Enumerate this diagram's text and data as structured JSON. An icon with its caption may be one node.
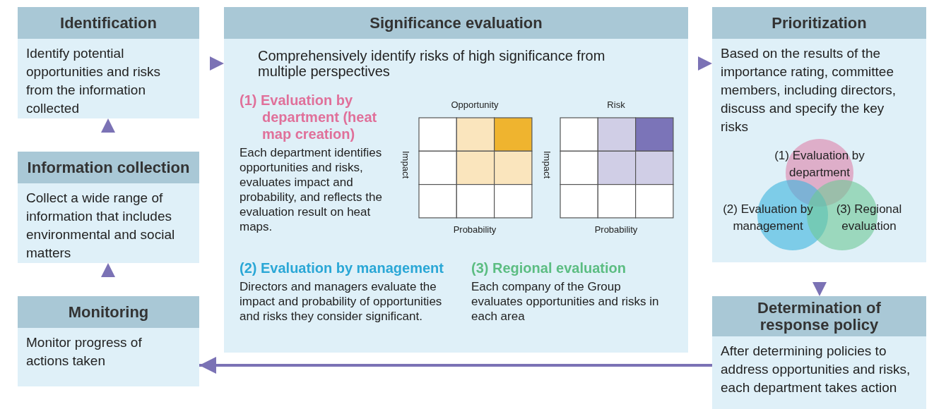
{
  "diagram": {
    "nodes": [
      {
        "text": [
          "Identification",
          "Identify potential opportunities and risks from the information collected"
        ]
      },
      {
        "text": [
          "Information collection",
          "Collect a wide range of information that includes environmental and social matters"
        ]
      },
      {
        "text": [
          "Monitoring",
          "Monitor progress of actions taken"
        ]
      },
      {
        "text": [
          "Significance evaluation",
          "Comprehensively identify risks of high significance from multiple perspectives"
        ]
      },
      {
        "text": [
          "(1) Evaluation by department (heat map creation)",
          "Each department identifies opportunities and risks, evaluates impact and probability, and reflects the evaluation result on heat maps."
        ],
        "in": 3
      },
      {
        "text": [
          "(2) Evaluation by management",
          "Directors and managers evaluate the impact and probability of opportunities and risks they consider significant."
        ],
        "in": 3
      },
      {
        "text": [
          "(3) Regional evaluation",
          "Each company of the Group evaluates opportunities and risks in each area"
        ],
        "in": 3
      },
      {
        "text": [
          "Prioritization",
          "Based on the results of the importance rating, committee members, including directors, discuss and specify the key risks"
        ]
      },
      {
        "text": [
          "(1) Evaluation by department"
        ],
        "in": 7
      },
      {
        "text": [
          "(2) Evaluation by management"
        ],
        "in": 7
      },
      {
        "text": [
          "(3) Regional evaluation"
        ],
        "in": 7
      },
      {
        "text": [
          "Determination of response policy",
          "After determining policies to address opportunities and risks, each department takes action"
        ]
      }
    ],
    "edges": [
      {
        "from": 2,
        "to": 1,
        "arrow": "to"
      },
      {
        "from": 1,
        "to": 0,
        "arrow": "to"
      },
      {
        "from": 0,
        "to": 3,
        "arrow": "to"
      },
      {
        "from": 3,
        "to": 7,
        "arrow": "to"
      },
      {
        "from": 7,
        "to": 11,
        "arrow": "to"
      },
      {
        "from": 11,
        "to": 2,
        "arrow": "to",
        "style": "thick"
      }
    ],
    "labels": [
      "Opportunity",
      "Impact",
      "Probability",
      "Risk",
      "Impact",
      "Probability"
    ]
  }
}
